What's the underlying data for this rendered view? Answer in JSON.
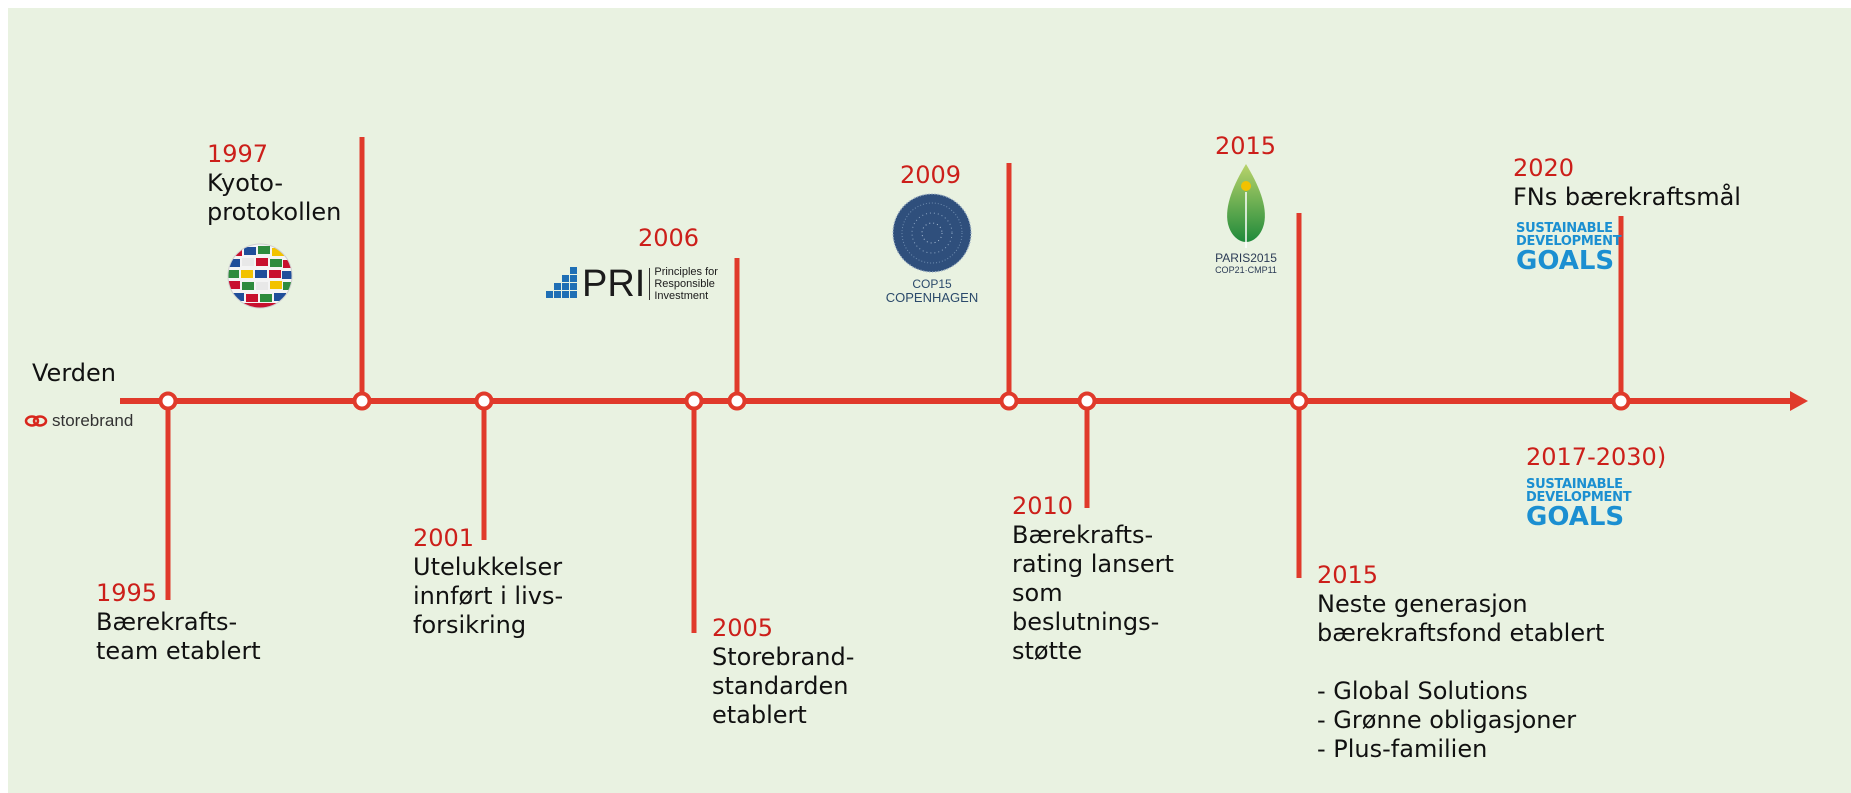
{
  "labels": {
    "world": "Verden",
    "storebrand": "storebrand"
  },
  "events": {
    "e1995": {
      "year": "1995",
      "lines": [
        "Bærekrafts-",
        "team etablert"
      ]
    },
    "e1997": {
      "year": "1997",
      "lines": [
        "Kyoto-",
        "protokollen"
      ]
    },
    "e2001": {
      "year": "2001",
      "lines": [
        "Utelukkelser",
        "innført i livs-",
        "forsikring"
      ]
    },
    "e2005": {
      "year": "2005",
      "lines": [
        "Storebrand-",
        "standarden",
        "etablert"
      ]
    },
    "e2006": {
      "year": "2006"
    },
    "e2009": {
      "year": "2009"
    },
    "e2010": {
      "year": "2010",
      "lines": [
        "Bærekrafts-",
        "rating lansert",
        "som",
        "beslutnings-",
        "støtte"
      ]
    },
    "e2015a": {
      "year": "2015"
    },
    "e2015b": {
      "year": "2015",
      "lines": [
        "Neste generasjon",
        "bærekraftsfond etablert",
        "",
        "- Global Solutions",
        "- Grønne obligasjoner",
        "- Plus-familien"
      ]
    },
    "e2020": {
      "year": "2020",
      "lines": [
        "FNs bærekraftsmål"
      ]
    },
    "e2017": {
      "year": "2017-2030)"
    }
  },
  "logos": {
    "pri": {
      "main": "PRI",
      "l1": "Principles for",
      "l2": "Responsible",
      "l3": "Investment"
    },
    "cop": {
      "l1": "COP15",
      "l2": "COPENHAGEN"
    },
    "paris": {
      "l1": "PARIS2015",
      "l2": "COP21·CMP11"
    },
    "sdg": {
      "l1": "SUSTAINABLE",
      "l2": "DEVELOPMENT",
      "l3": "GOALS"
    }
  },
  "colors": {
    "background": "#e9f2e1",
    "timeline": "#e03a2b",
    "year_text": "#cc1f1a",
    "sdg_blue": "#1b8fd1"
  }
}
